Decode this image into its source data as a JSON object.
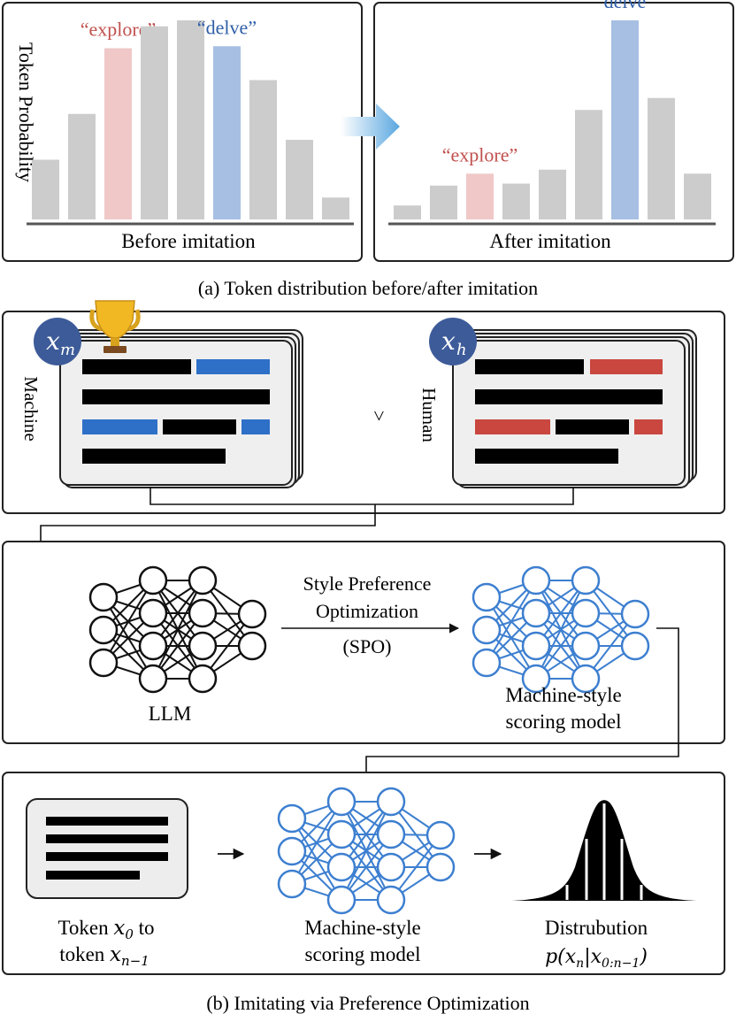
{
  "panel_a": {
    "ylabel": "Token Probability",
    "before": {
      "label": "Before imitation",
      "values": [
        0.3,
        0.53,
        0.86,
        0.97,
        1.0,
        0.87,
        0.7,
        0.4,
        0.11
      ],
      "highlight": [
        {
          "index": 2,
          "label": "“explore”"
        },
        {
          "index": 5,
          "label": "“delve”"
        }
      ]
    },
    "after": {
      "label": "After imitation",
      "values": [
        0.07,
        0.17,
        0.23,
        0.18,
        0.25,
        0.55,
        1.0,
        0.61,
        0.23
      ],
      "highlight": [
        {
          "index": 2,
          "label": "“explore”"
        },
        {
          "index": 6,
          "label": "“delve”"
        }
      ]
    },
    "caption": "(a) Token distribution before/after imitation"
  },
  "panel_b": {
    "machine_label": "Machine",
    "human_label": "Human",
    "machine_var": "x",
    "machine_sub": "m",
    "human_var": "x",
    "human_sub": "h",
    "comparison": ">",
    "llm_label": "LLM",
    "spo_line1": "Style Preference",
    "spo_line2": "Optimization",
    "spo_line3": "(SPO)",
    "scoring_line1": "Machine-style",
    "scoring_line2": "scoring model",
    "token_line1_a": "Token",
    "token_line1_var": "x",
    "token_line1_sub": "0",
    "token_line1_b": "to",
    "token_line2_a": "token",
    "token_line2_var": "x",
    "token_line2_sub": "n−1",
    "dist_label": "Distrubution",
    "dist_formula_p": "p(",
    "dist_formula_x": "x",
    "dist_formula_n": "n",
    "dist_formula_bar": "|",
    "dist_formula_x2": "x",
    "dist_formula_sub2": "0:n−1",
    "dist_formula_close": ")",
    "caption": "(b) Imitating via Preference Optimization"
  },
  "colors": {
    "gray_bar": "#cccccc",
    "pink_bar": "#f0c8c8",
    "blue_bar": "#a6bfe3",
    "explore_text": "#c0504d",
    "delve_text": "#2f5fa8",
    "net_blue": "#3d7fd0",
    "blue_line": "#2e70c8",
    "red_line": "#c9473f",
    "badge": "#3d5b99"
  }
}
